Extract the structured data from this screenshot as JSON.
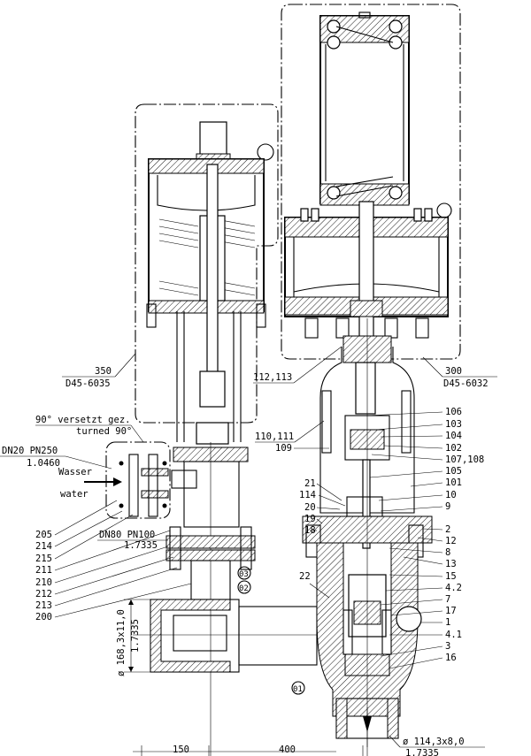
{
  "callouts": {
    "a350": "350",
    "a350_doc": "D45-6035",
    "a300": "300",
    "a300_doc": "D45-6032",
    "rot_de": "90° versetzt gez.",
    "rot_en": "turned 90°",
    "dn20": "DN20 PN250",
    "dn20_mat": "1.0460",
    "wasser": "Wasser",
    "water": "water",
    "dn80": "DN80 PN100",
    "dn80_mat": "1.7335",
    "pipe_left_dim": "ø 168,3x11,0",
    "pipe_left_mat": "1.7335",
    "pipe_right_dim": "ø 114,3x8,0",
    "pipe_right_mat": "1.7335",
    "dim_150": "150",
    "dim_400": "400"
  },
  "left_parts": [
    "205",
    "214",
    "215",
    "211",
    "210",
    "212",
    "213",
    "200"
  ],
  "mid_parts": [
    "112,113",
    "110,111",
    "109",
    "21",
    "114",
    "20",
    "19",
    "18",
    "22"
  ],
  "right_parts": [
    "106",
    "103",
    "104",
    "102",
    "107,108",
    "105",
    "101",
    "10",
    "9",
    "2",
    "12",
    "8",
    "13",
    "15",
    "4.2",
    "7",
    "17",
    "1",
    "4.1",
    "3",
    "16"
  ],
  "circle_marks": [
    "03",
    "02",
    "01"
  ]
}
